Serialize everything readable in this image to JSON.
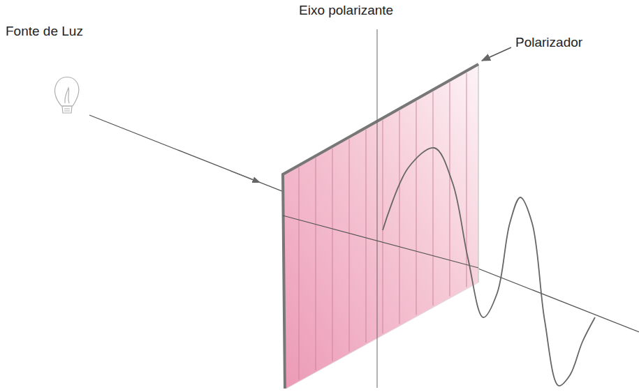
{
  "diagram": {
    "labels": [
      "Eixo polarizante",
      "Fonte de Luz",
      "Polarizador"
    ]
  }
}
